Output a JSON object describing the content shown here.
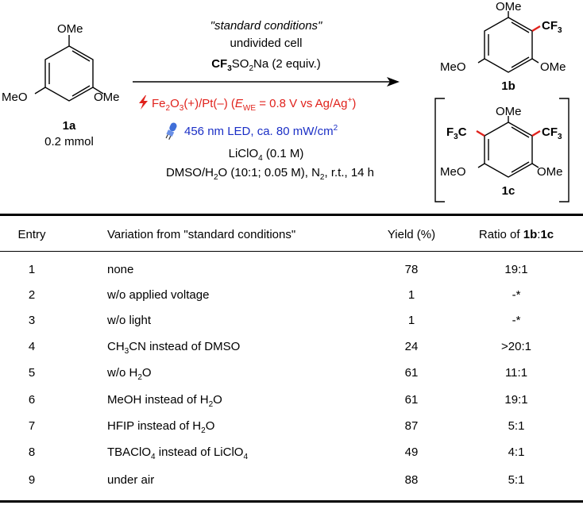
{
  "scheme": {
    "substrate": {
      "label": "1a",
      "amount": "0.2 mmol",
      "sub_top": "OMe",
      "sub_left": "MeO",
      "sub_right": "OMe"
    },
    "conditions": {
      "standard": "\"standard conditions\"",
      "cell": "undivided cell",
      "reagent_a": "CF",
      "reagent_sub": "3",
      "reagent_b": "SO",
      "reagent_sub2": "2",
      "reagent_c": "Na (2 equiv.)",
      "electrode_a": "Fe",
      "electrode_sub1": "2",
      "electrode_b": "O",
      "electrode_sub2": "3",
      "electrode_c": "(+)/Pt(–) (",
      "electrode_e": "E",
      "electrode_e_sub": "WE",
      "electrode_d": " = 0.8 V vs Ag/Ag",
      "electrode_sup": "+",
      "electrode_end": ")",
      "light": "456 nm LED, ca. 80 mW/cm",
      "light_sup": "2",
      "electrolyte_a": "LiClO",
      "electrolyte_sub": "4",
      "electrolyte_b": " (0.1 M)",
      "solvent_a": "DMSO/H",
      "solvent_sub": "2",
      "solvent_b": "O (10:1; 0.05 M), N",
      "solvent_sub2": "2",
      "solvent_c": ", r.t., 14 h"
    },
    "product_1b": {
      "label": "1b",
      "sub_top": "OMe",
      "sub_cf3": "CF",
      "sub_cf3_n": "3",
      "sub_left": "MeO",
      "sub_right": "OMe"
    },
    "product_1c": {
      "label": "1c",
      "sub_top": "OMe",
      "sub_cf3_left": "F",
      "sub_cf3_left_n": "3",
      "sub_cf3_left_c": "C",
      "sub_cf3_right": "CF",
      "sub_cf3_right_n": "3",
      "sub_left": "MeO",
      "sub_right": "OMe"
    }
  },
  "table": {
    "headers": {
      "entry": "Entry",
      "variation": "Variation from \"standard conditions\"",
      "yield": "Yield (%)",
      "ratio_a": "Ratio of ",
      "ratio_b": "1b",
      "ratio_c": ":",
      "ratio_d": "1c"
    },
    "rows": [
      {
        "entry": "1",
        "yield": "78",
        "ratio": "19:1"
      },
      {
        "entry": "2",
        "yield": "1",
        "ratio": "-*"
      },
      {
        "entry": "3",
        "yield": "1",
        "ratio": "-*"
      },
      {
        "entry": "4",
        "yield": "24",
        "ratio": ">20:1"
      },
      {
        "entry": "5",
        "yield": "61",
        "ratio": "11:1"
      },
      {
        "entry": "6",
        "yield": "61",
        "ratio": "19:1"
      },
      {
        "entry": "7",
        "yield": "87",
        "ratio": "5:1"
      },
      {
        "entry": "8",
        "yield": "49",
        "ratio": "4:1"
      },
      {
        "entry": "9",
        "yield": "88",
        "ratio": "5:1"
      }
    ],
    "variations": {
      "r1": "none",
      "r2": "w/o applied voltage",
      "r3": "w/o light",
      "r4_a": "CH",
      "r4_s1": "3",
      "r4_b": "CN instead of DMSO",
      "r5_a": "w/o H",
      "r5_s1": "2",
      "r5_b": "O",
      "r6_a": "MeOH instead of H",
      "r6_s1": "2",
      "r6_b": "O",
      "r7_a": "HFIP instead of H",
      "r7_s1": "2",
      "r7_b": "O",
      "r8_a": "TBAClO",
      "r8_s1": "4",
      "r8_b": " instead of LiClO",
      "r8_s2": "4",
      "r9": "under air"
    }
  },
  "colors": {
    "red": "#e0221c",
    "blue": "#1b2fc6"
  },
  "icons": [
    "lightning-bolt-icon",
    "led-bulb-icon"
  ]
}
